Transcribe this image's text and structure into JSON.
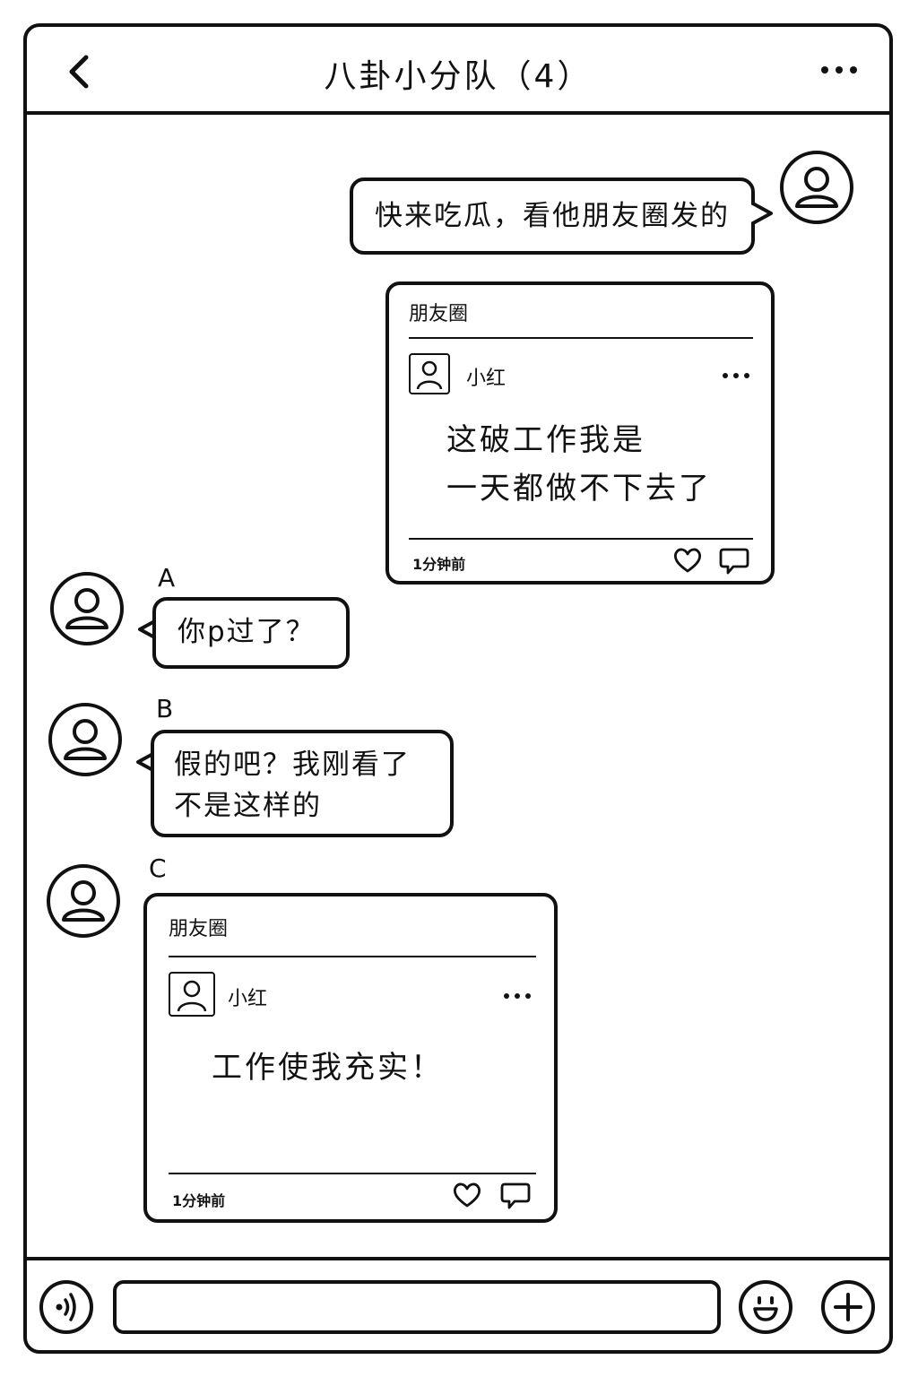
{
  "header": {
    "title": "八卦小分队（4）",
    "back_icon": "chevron-left-icon",
    "more_icon": "more-horizontal-icon"
  },
  "messages": [
    {
      "side": "right",
      "sender": "",
      "text_lines": [
        "快来吃瓜，看他朋友圈发的"
      ]
    },
    {
      "side": "right",
      "type": "moments-card",
      "card": {
        "header": "朋友圈",
        "user": "小红",
        "text_lines": [
          "这破工作我是",
          "一天都做不下去了"
        ],
        "time": "1分钟前"
      }
    },
    {
      "side": "left",
      "sender": "A",
      "text_lines": [
        "你p过了？"
      ]
    },
    {
      "side": "left",
      "sender": "B",
      "text_lines": [
        "假的吧？我刚看了",
        "不是这样的"
      ]
    },
    {
      "side": "left",
      "sender": "C",
      "type": "moments-card",
      "card": {
        "header": "朋友圈",
        "user": "小红",
        "text_lines": [
          "工作使我充实！"
        ],
        "time": "1分钟前"
      }
    }
  ],
  "input_bar": {
    "voice_icon": "voice-icon",
    "input_value": "",
    "emoji_icon": "smiley-icon",
    "plus_icon": "plus-icon"
  }
}
